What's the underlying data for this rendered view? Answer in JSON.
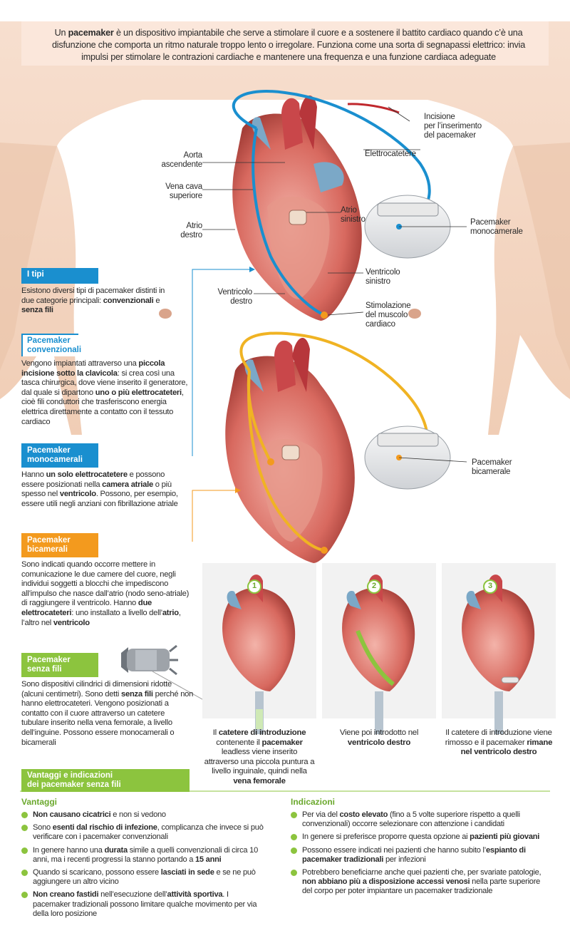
{
  "intro": [
    {
      "t": "Un ",
      "b": false
    },
    {
      "t": "pacemaker",
      "b": true
    },
    {
      "t": " è un dispositivo impiantabile che serve a stimolare il cuore e a sostenere il battito cardiaco quando c’è una disfunzione che comporta un ritmo naturale troppo lento o irregolare. Funziona come una sorta di segnapassi elettrico: invia impulsi per stimolare le contrazioni cardiache e mantenere una frequenza e una funzione cardiaca adeguate",
      "b": false
    }
  ],
  "labels": {
    "incisione": [
      "Incisione",
      "per l’inserimento",
      "del pacemaker"
    ],
    "elettrocatetere": "Elettrocatetere",
    "aorta": [
      "Aorta",
      "ascendente"
    ],
    "vena_cava": [
      "Vena cava",
      "superiore"
    ],
    "atrio_destro": [
      "Atrio",
      "destro"
    ],
    "atrio_sinistro": [
      "Atrio",
      "sinistro"
    ],
    "pacemaker_mono": [
      "Pacemaker",
      "monocamerale"
    ],
    "ventricolo_sinistro": [
      "Ventricolo",
      "sinistro"
    ],
    "ventricolo_destro": [
      "Ventricolo",
      "destro"
    ],
    "stimolazione": [
      "Stimolazione",
      "del muscolo",
      "cardiaco"
    ],
    "pacemaker_bi": [
      "Pacemaker",
      "bicamerale"
    ]
  },
  "tipi": {
    "title": "I tipi",
    "text": [
      {
        "t": "Esistono diversi tipi di pacemaker distinti in due categorie principali: ",
        "b": false
      },
      {
        "t": "convenzionali",
        "b": true
      },
      {
        "t": " e ",
        "b": false
      },
      {
        "t": "senza fili",
        "b": true
      }
    ]
  },
  "convenzionali": {
    "title": [
      "Pacemaker",
      "convenzionali"
    ],
    "text": [
      {
        "t": "Vengono impiantati attraverso una ",
        "b": false
      },
      {
        "t": "piccola incisione sotto la clavicola",
        "b": true
      },
      {
        "t": ": si crea così una tasca chirurgica, dove viene inserito il generatore, dal quale si dipartono ",
        "b": false
      },
      {
        "t": "uno o più elettrocateteri",
        "b": true
      },
      {
        "t": ", cioè fili conduttori che trasferiscono energia elettrica direttamente a contatto con il tessuto cardiaco",
        "b": false
      }
    ]
  },
  "monocamerali": {
    "title": [
      "Pacemaker",
      "monocamerali"
    ],
    "text": [
      {
        "t": "Hanno ",
        "b": false
      },
      {
        "t": "un solo elettrocatetere",
        "b": true
      },
      {
        "t": " e possono essere posizionati nella ",
        "b": false
      },
      {
        "t": "camera atriale",
        "b": true
      },
      {
        "t": " o più spesso nel ",
        "b": false
      },
      {
        "t": "ventricolo",
        "b": true
      },
      {
        "t": ". Possono, per esempio, essere utili negli anziani con fibrillazione atriale",
        "b": false
      }
    ]
  },
  "bicamerali": {
    "title": [
      "Pacemaker",
      "bicamerali"
    ],
    "text": [
      {
        "t": "Sono indicati quando occorre mettere in comunicazione le due camere del cuore, negli individui soggetti a blocchi che impediscono all’impulso che nasce dall’atrio (nodo seno-atriale) di raggiungere il ventricolo. Hanno ",
        "b": false
      },
      {
        "t": "due elettrocateteri",
        "b": true
      },
      {
        "t": ": uno installato a livello dell’",
        "b": false
      },
      {
        "t": "atrio",
        "b": true
      },
      {
        "t": ", l’altro nel ",
        "b": false
      },
      {
        "t": "ventricolo",
        "b": true
      }
    ]
  },
  "senza_fili": {
    "title": [
      "Pacemaker",
      "senza fili"
    ],
    "text": [
      {
        "t": "Sono dispositivi cilindrici di dimensioni ridotte (alcuni centimetri). Sono detti ",
        "b": false
      },
      {
        "t": "senza fili",
        "b": true
      },
      {
        "t": " perché non hanno elettrocateteri. Vengono posizionati a contatto con il cuore attraverso un catetere tubulare inserito nella vena femorale, a livello dell’inguine. Possono essere monocamerali o bicamerali",
        "b": false
      }
    ]
  },
  "steps": [
    {
      "num": "1",
      "caption": [
        {
          "t": "Il ",
          "b": false
        },
        {
          "t": "catetere di introduzione",
          "b": true
        },
        {
          "t": " contenente il ",
          "b": false
        },
        {
          "t": "pacemaker",
          "b": true
        },
        {
          "t": " leadless viene inserito attraverso una piccola puntura a livello inguinale, quindi nella ",
          "b": false
        },
        {
          "t": "vena femorale",
          "b": true
        }
      ]
    },
    {
      "num": "2",
      "caption": [
        {
          "t": "Viene poi introdotto nel ",
          "b": false
        },
        {
          "t": "ventricolo destro",
          "b": true
        }
      ]
    },
    {
      "num": "3",
      "caption": [
        {
          "t": "Il catetere di introduzione viene rimosso e il pacemaker ",
          "b": false
        },
        {
          "t": "rimane nel ventricolo destro",
          "b": true
        }
      ]
    }
  ],
  "vantaggi_header": [
    "Vantaggi e indicazioni",
    "dei pacemaker senza fili"
  ],
  "vantaggi": {
    "title": "Vantaggi",
    "items": [
      [
        {
          "t": "Non causano cicatrici",
          "b": true
        },
        {
          "t": " e non si vedono",
          "b": false
        }
      ],
      [
        {
          "t": "Sono ",
          "b": false
        },
        {
          "t": "esenti dal rischio di infezione",
          "b": true
        },
        {
          "t": ", complicanza che invece si può verificare con i pacemaker convenzionali",
          "b": false
        }
      ],
      [
        {
          "t": "In genere hanno una ",
          "b": false
        },
        {
          "t": "durata",
          "b": true
        },
        {
          "t": " simile a quelli convenzionali di circa 10 anni, ma i recenti progressi la stanno portando a ",
          "b": false
        },
        {
          "t": "15 anni",
          "b": true
        }
      ],
      [
        {
          "t": "Quando si scaricano, possono essere ",
          "b": false
        },
        {
          "t": "lasciati in sede",
          "b": true
        },
        {
          "t": " e se ne può aggiungere un altro vicino",
          "b": false
        }
      ],
      [
        {
          "t": "Non creano fastidi",
          "b": true
        },
        {
          "t": " nell’esecuzione dell’",
          "b": false
        },
        {
          "t": "attività sportiva",
          "b": true
        },
        {
          "t": ". I pacemaker tradizionali possono limitare qualche movimento per via della loro posizione",
          "b": false
        }
      ]
    ]
  },
  "indicazioni": {
    "title": "Indicazioni",
    "items": [
      [
        {
          "t": "Per via del ",
          "b": false
        },
        {
          "t": "costo elevato",
          "b": true
        },
        {
          "t": " (fino a 5 volte superiore rispetto a quelli convenzionali) occorre selezionare con attenzione i candidati",
          "b": false
        }
      ],
      [
        {
          "t": "In genere si preferisce proporre questa opzione ai ",
          "b": false
        },
        {
          "t": "pazienti più giovani",
          "b": true
        }
      ],
      [
        {
          "t": "Possono essere indicati nei pazienti che hanno subito l’",
          "b": false
        },
        {
          "t": "espianto di pacemaker tradizionali",
          "b": true
        },
        {
          "t": " per infezioni",
          "b": false
        }
      ],
      [
        {
          "t": "Potrebbero beneficiarne anche quei pazienti che, per svariate patologie, ",
          "b": false
        },
        {
          "t": "non abbiano più a disposizione accessi venosi",
          "b": true
        },
        {
          "t": " nella parte superiore del corpo per poter impiantare un pacemaker tradizionale",
          "b": false
        }
      ]
    ]
  },
  "colors": {
    "blue": "#1a8fcf",
    "orange": "#f39a1e",
    "green": "#8cc43e",
    "tipi_header": "#1a8fcf",
    "skin": "#f2d3bd"
  }
}
